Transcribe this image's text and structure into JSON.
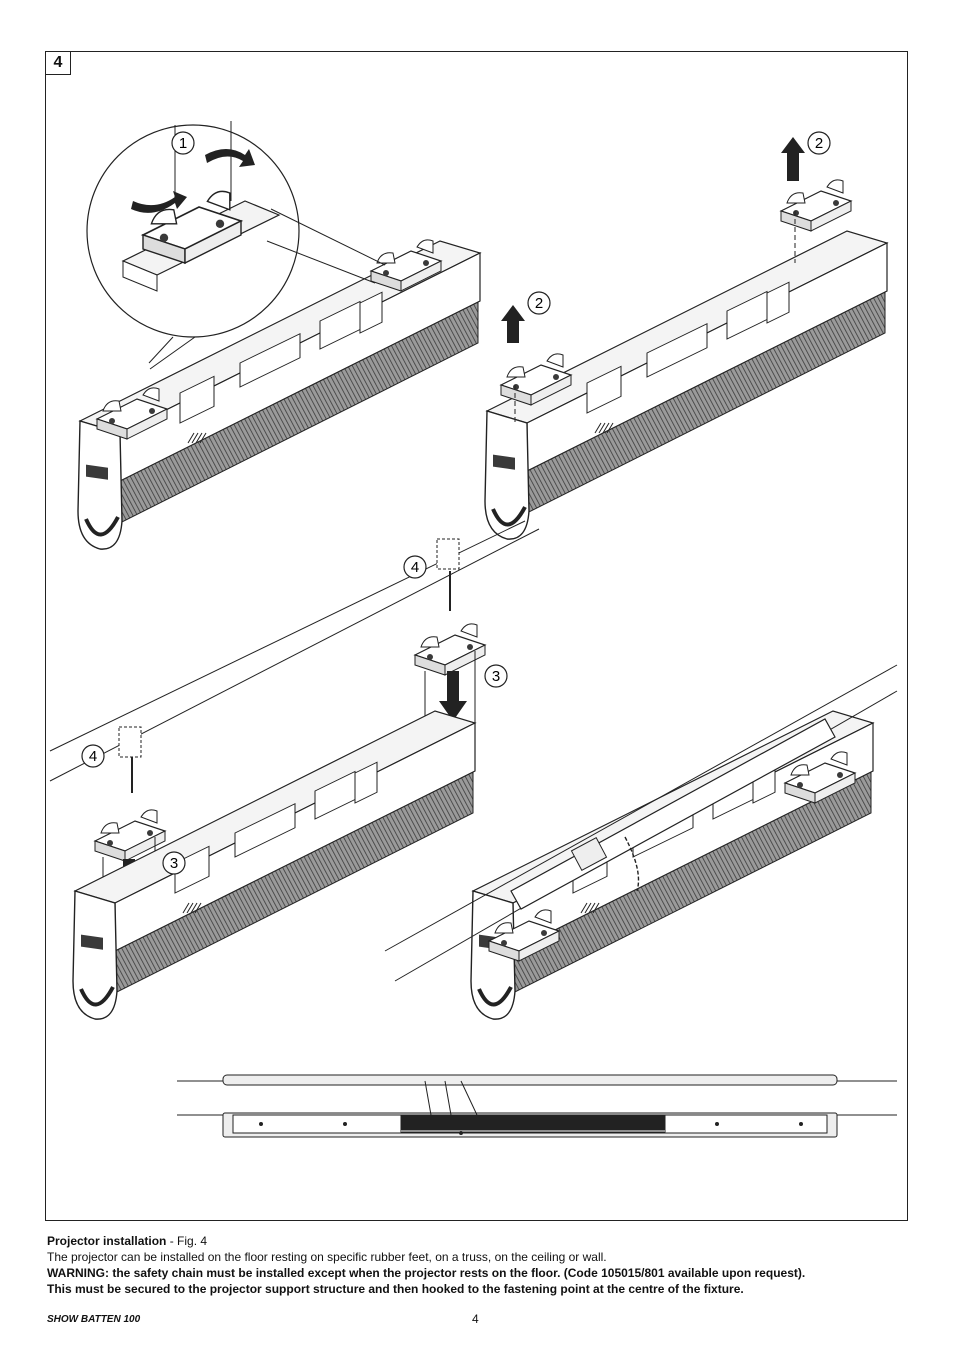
{
  "figure": {
    "number": "4",
    "step_labels": {
      "step1": "1",
      "step2a": "2",
      "step2b": "2",
      "step3a": "3",
      "step3b": "3",
      "step4a": "4",
      "step4b": "4"
    }
  },
  "caption": {
    "title": "Projector installation",
    "title_suffix": " - Fig. 4",
    "body": "The projector can be installed on the floor resting on specific rubber feet, on a truss, on the ceiling or wall.",
    "warning_1": "WARNING: the safety chain must be installed except when the projector rests on the floor. (Code 105015/801 available upon request).",
    "warning_2": "This must be secured to the projector support structure and then hooked to the fastening point at the centre of the fixture."
  },
  "footer": {
    "product": "SHOW BATTEN 100",
    "page_number": "4"
  },
  "colors": {
    "line": "#222222",
    "fill_dark": "#3a3a3a",
    "fill_mid": "#8a8a8a",
    "fill_light": "#d6d6d6"
  }
}
